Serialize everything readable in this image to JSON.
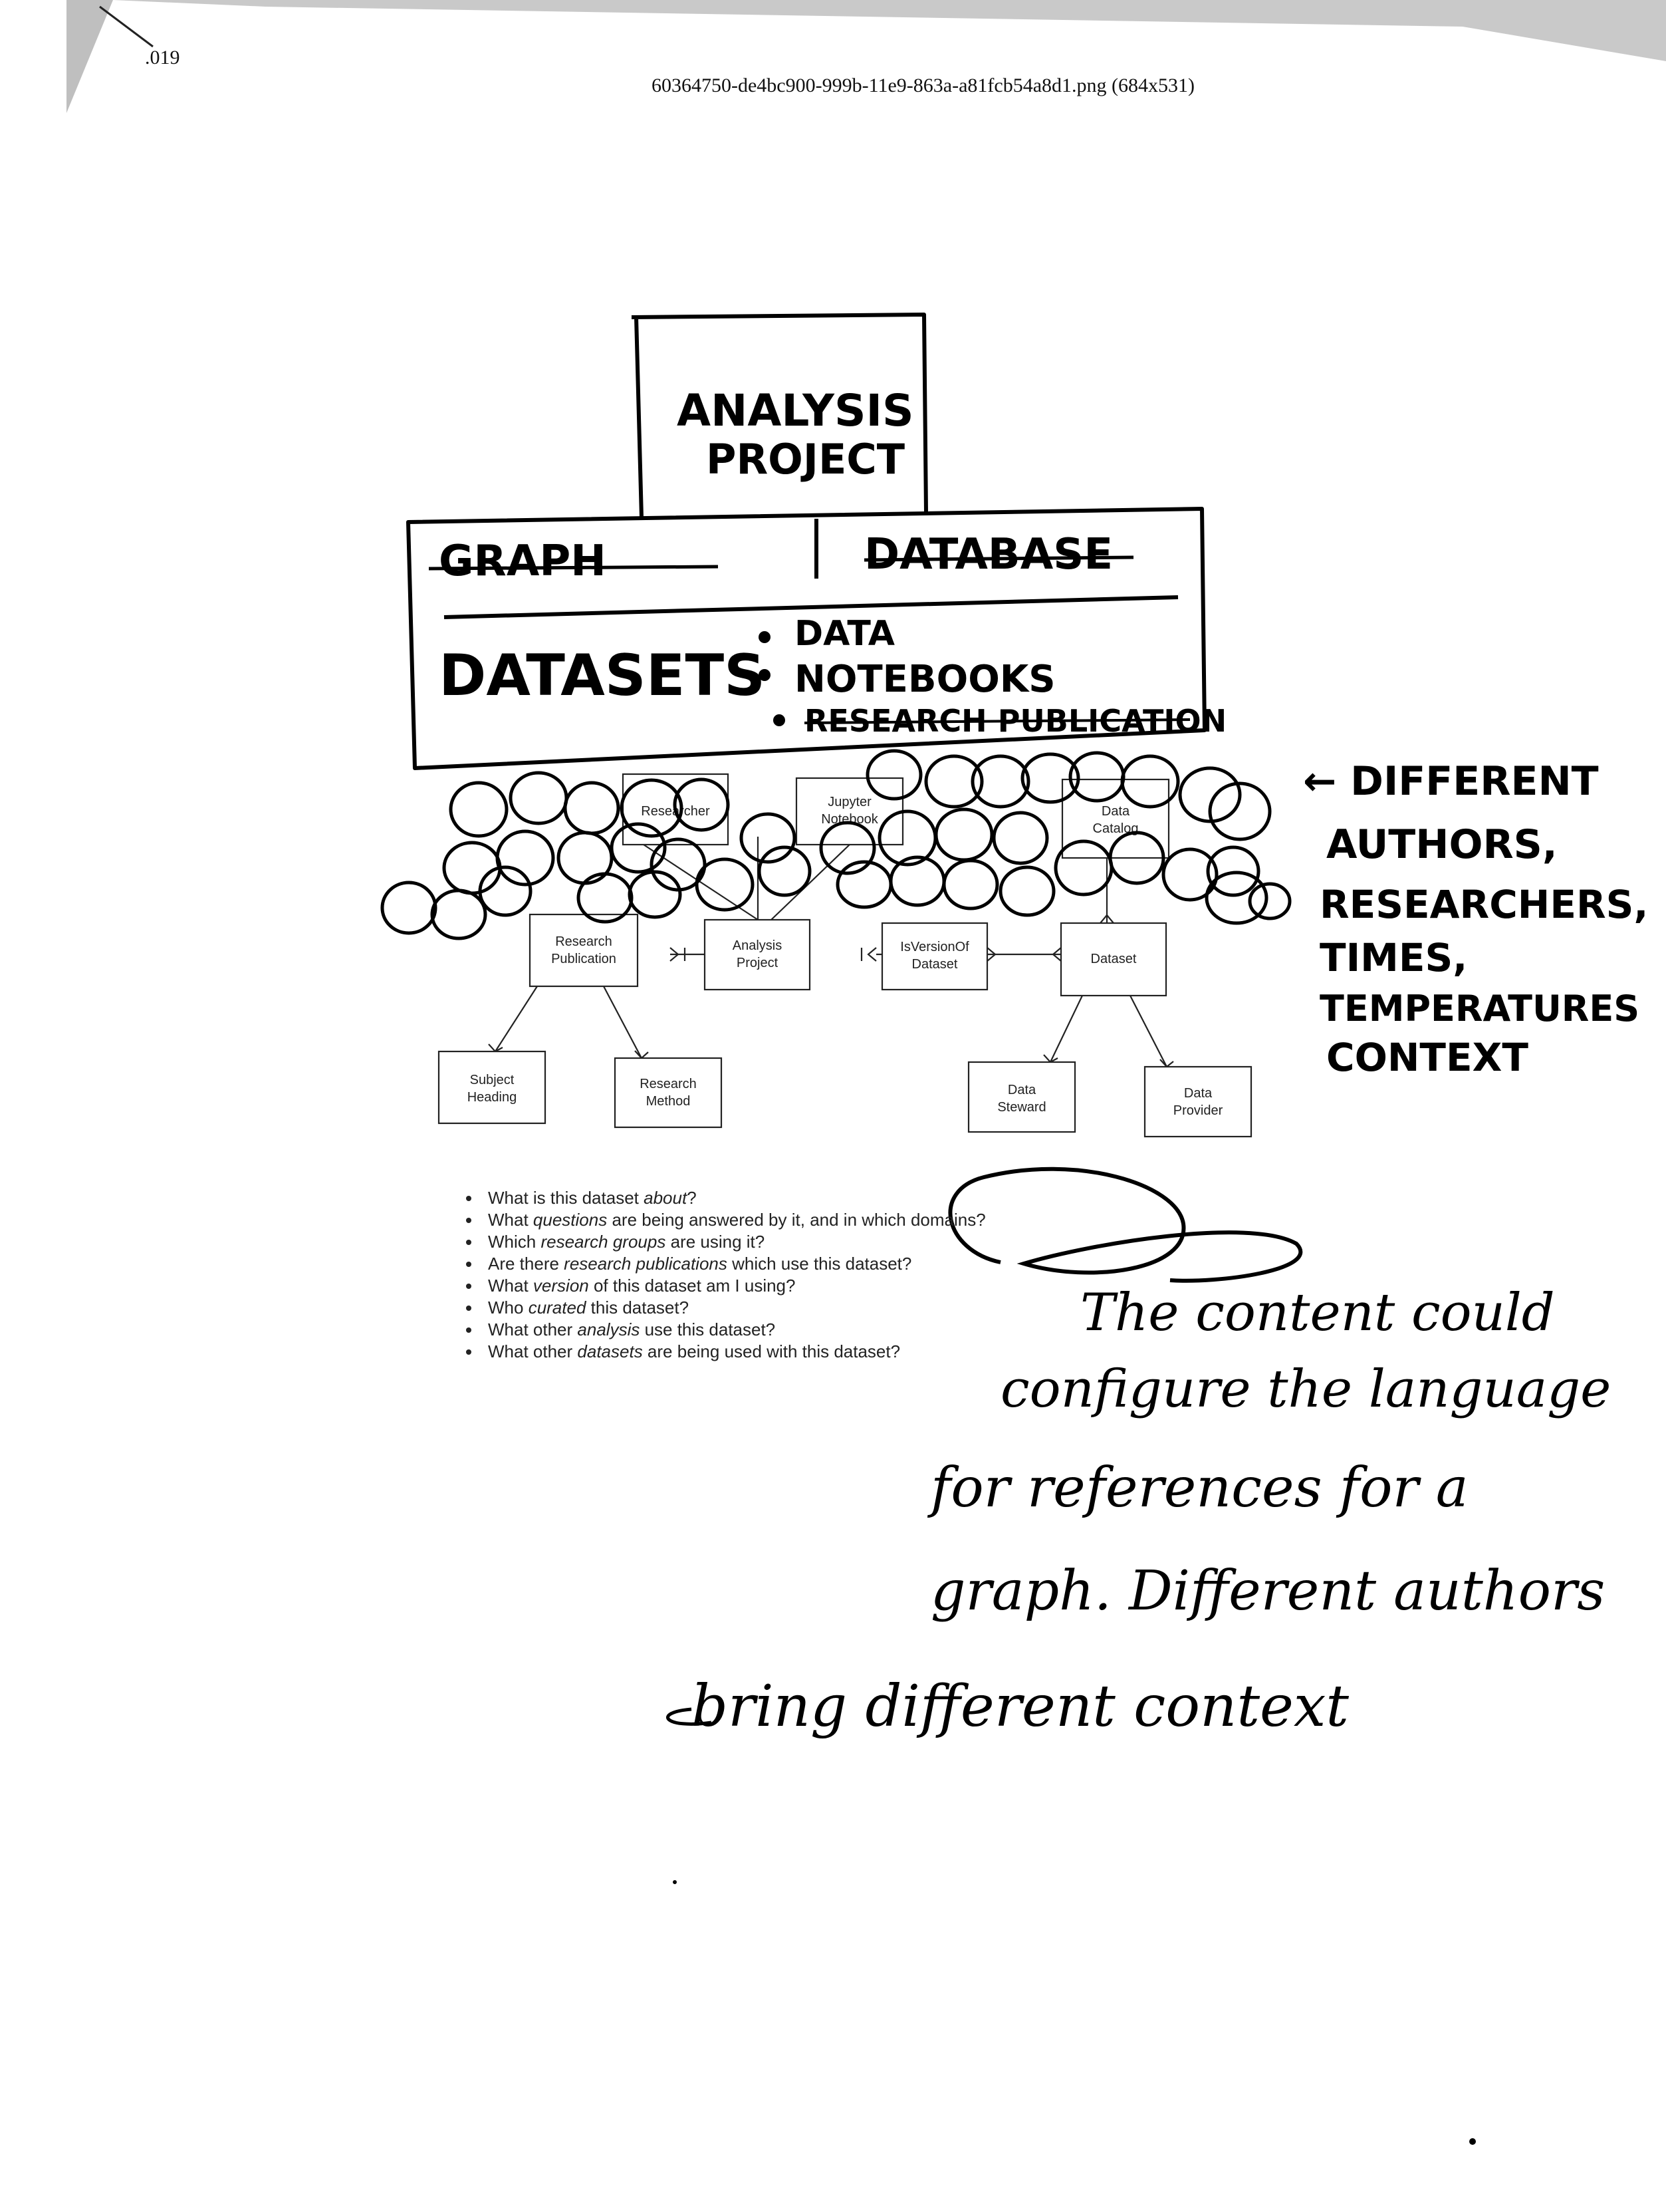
{
  "header": {
    "date_fragment": ".019",
    "filename": "60364750-de4bc900-999b-11e9-863a-a81fcb54a8d1.png (684x531)"
  },
  "sketch": {
    "top_box": [
      "ANALYSIS",
      "PROJECT"
    ],
    "graph_label": "GRAPH",
    "database_label": "DATABASE",
    "datasets_label": "DATASETS",
    "bullets": [
      "DATA",
      "NOTEBOOKS",
      "RESEARCH PUBLICATION"
    ],
    "side_note": [
      "← DIFFERENT",
      "AUTHORS,",
      "RESEARCHERS,",
      "TIMES,",
      "TEMPERATURES",
      "CONTEXT"
    ],
    "script_note": [
      "The content could",
      "configure the language",
      "for references for a",
      "graph. Different authors",
      "bring different context"
    ]
  },
  "diagram": {
    "researcher": "Researcher",
    "jupyter_notebook": [
      "Jupyter",
      "Notebook"
    ],
    "data_catalog": [
      "Data",
      "Catalog"
    ],
    "research_publication": [
      "Research",
      "Publication"
    ],
    "analysis_project": [
      "Analysis",
      "Project"
    ],
    "is_version_of_dataset": [
      "IsVersionOf",
      "Dataset"
    ],
    "dataset": "Dataset",
    "subject_heading": [
      "Subject",
      "Heading"
    ],
    "research_method": [
      "Research",
      "Method"
    ],
    "data_steward": [
      "Data",
      "Steward"
    ],
    "data_provider": [
      "Data",
      "Provider"
    ]
  },
  "questions": [
    [
      "What is this dataset ",
      "about",
      "?"
    ],
    [
      "What ",
      "questions",
      " are being answered by it, and in which domains?"
    ],
    [
      "Which ",
      "research groups",
      " are using it?"
    ],
    [
      "Are there ",
      "research publications",
      " which use this dataset?"
    ],
    [
      "What ",
      "version",
      " of this dataset am I using?"
    ],
    [
      "Who ",
      "curated",
      " this dataset?"
    ],
    [
      "What other ",
      "analysis",
      " use this dataset?"
    ],
    [
      "What other ",
      "datasets",
      " are being used with this dataset?"
    ]
  ]
}
